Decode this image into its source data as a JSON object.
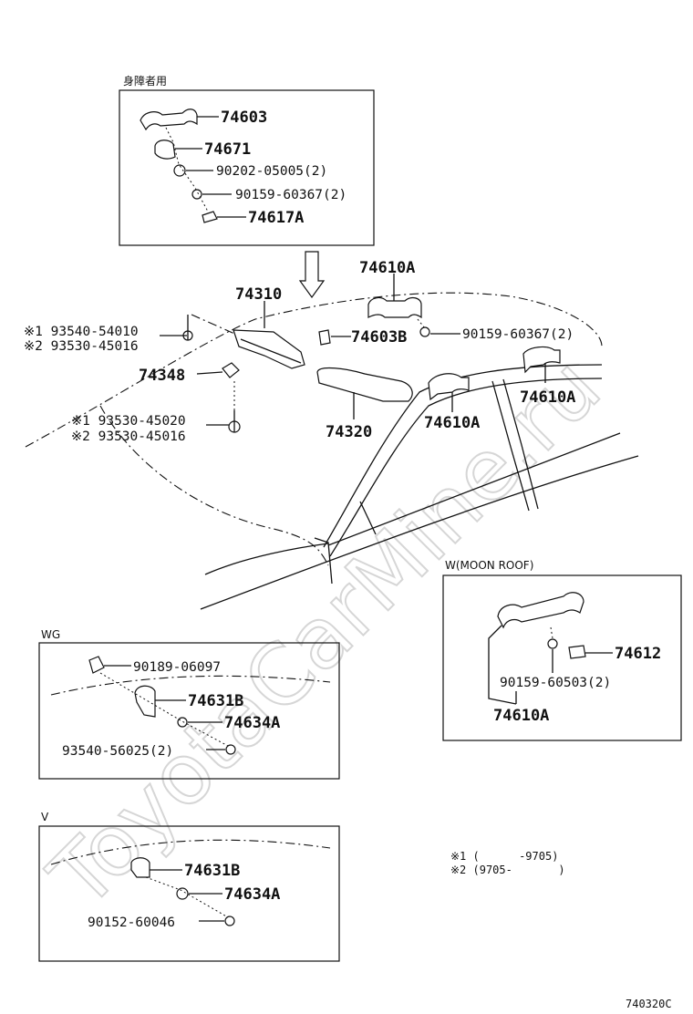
{
  "watermark": "ToyotaCarMine.ru",
  "diagram_code": "740320C",
  "panels": {
    "handicap": {
      "title": "身障者用"
    },
    "moonroof": {
      "title": "W(MOON ROOF)"
    },
    "wg": {
      "title": "WG"
    },
    "v": {
      "title": "V"
    }
  },
  "handicap_parts": [
    "74603",
    "74671",
    "90202-05005(2)",
    "90159-60367(2)",
    "74617A"
  ],
  "main_parts": {
    "p74310": "74310",
    "p74610A_top": "74610A",
    "p74603B": "74603B",
    "p90159_main": "90159-60367(2)",
    "p74348": "74348",
    "p74320": "74320",
    "p74610A_mid": "74610A",
    "p74610A_right": "74610A",
    "bolt1_a": "※1 93540-54010",
    "bolt1_b": "※2 93530-45016",
    "bolt2_a": "※1 93530-45020",
    "bolt2_b": "※2 93530-45016"
  },
  "moonroof_parts": [
    "74612",
    "90159-60503(2)",
    "74610A"
  ],
  "wg_parts": [
    "90189-06097",
    "74631B",
    "74634A",
    "93540-56025(2)"
  ],
  "v_parts": [
    "74631B",
    "74634A",
    "90152-60046"
  ],
  "notes": [
    "※1 (      -9705)",
    "※2 (9705-       )"
  ]
}
